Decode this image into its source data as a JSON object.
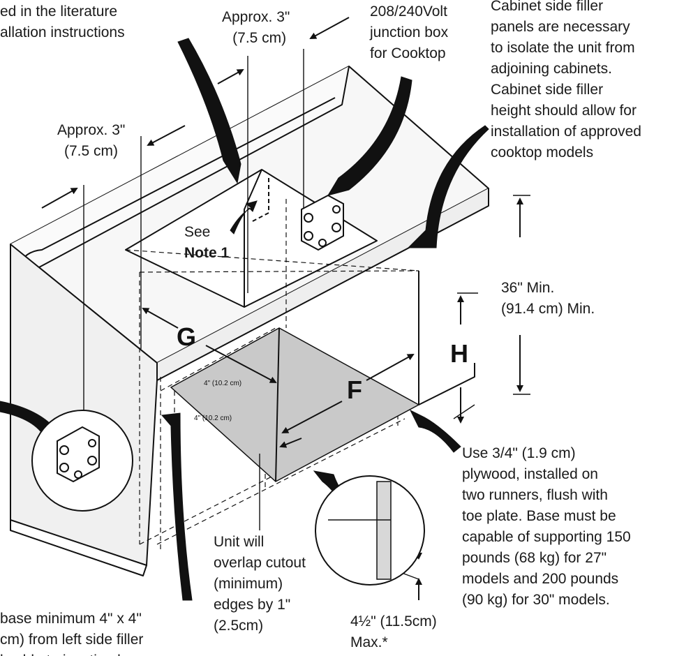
{
  "labels": {
    "literature": [
      "ed in the literature",
      "allation instructions"
    ],
    "approx_top": [
      "Approx. 3\"",
      "(7.5 cm)"
    ],
    "approx_left": [
      "Approx. 3\"",
      "(7.5 cm)"
    ],
    "junction": [
      "208/240Volt",
      "junction box",
      "for Cooktop"
    ],
    "filler": [
      "Cabinet side filler",
      "panels are necessary",
      "to isolate the unit from",
      "adjoining cabinets.",
      "Cabinet side filler",
      "height should allow for",
      "installation of approved",
      "cooktop models"
    ],
    "see": "See",
    "note": "Note 1",
    "height_min": [
      "36\" Min.",
      "(91.4 cm) Min."
    ],
    "dim_g": "G",
    "dim_f": "F",
    "dim_h": "H",
    "small_4_a": "4\" (10.2 cm)",
    "small_4_b": "4\" (10.2 cm)",
    "plywood": [
      "Use 3/4\" (1.9 cm)",
      "plywood, installed on",
      "two runners, flush with",
      "toe plate. Base must be",
      "capable of supporting 150",
      "pounds (68 kg) for 27\"",
      "models and 200 pounds",
      "(90 kg) for 30\" models."
    ],
    "overlap": [
      "Unit will",
      "overlap cutout",
      "(minimum)",
      "edges by 1\"",
      "(2.5cm)"
    ],
    "toe": [
      "4½\" (11.5cm)",
      "Max.*"
    ],
    "bottom_left": [
      "base minimum 4\" x 4\"",
      "cm) from left side filler",
      "l cable to junction box"
    ]
  },
  "colors": {
    "line": "#111111",
    "shade": "#c9c9c9",
    "panel": "#f2f2f2"
  },
  "icons": [
    "junction-box-icon",
    "arrow-icon"
  ]
}
